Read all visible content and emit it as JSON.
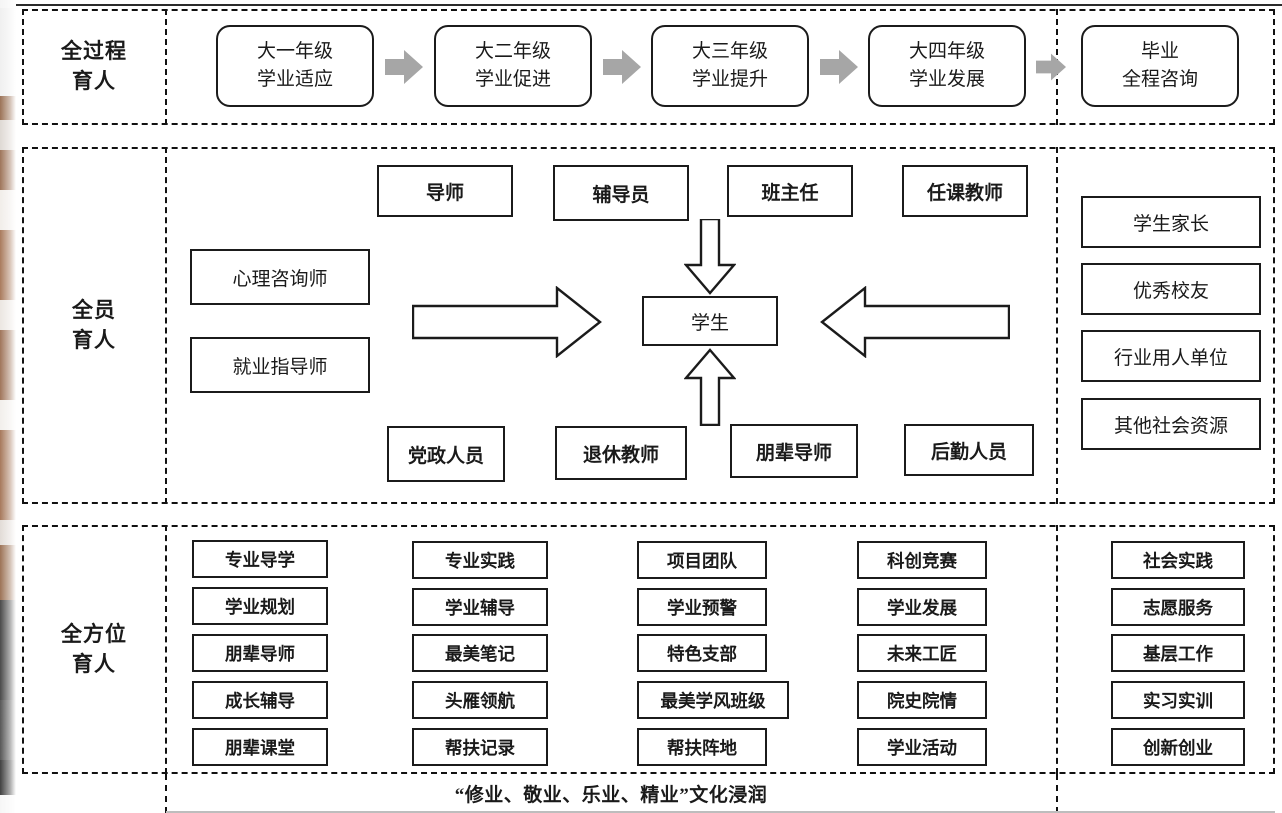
{
  "diagram": {
    "title_bottom": "“修业、敬业、乐业、精业”文化浸润",
    "sections": [
      {
        "label": "全过程\n育人",
        "stages": [
          "大一年级\n学业适应",
          "大二年级\n学业促进",
          "大三年级\n学业提升",
          "大四年级\n学业发展"
        ],
        "final_stage": "毕业\n全程咨询"
      },
      {
        "label": "全员\n育人",
        "center": "学生",
        "top_row": [
          "导师",
          "辅导员",
          "班主任",
          "任课教师"
        ],
        "left_col": [
          "心理咨询师",
          "就业指导师"
        ],
        "bottom_row": [
          "党政人员",
          "退休教师",
          "朋辈导师",
          "后勤人员"
        ],
        "right_col": [
          "学生家长",
          "优秀校友",
          "行业用人单位",
          "其他社会资源"
        ]
      },
      {
        "label": "全方位\n育人",
        "columns": [
          [
            "专业导学",
            "学业规划",
            "朋辈导师",
            "成长辅导",
            "朋辈课堂"
          ],
          [
            "专业实践",
            "学业辅导",
            "最美笔记",
            "头雁领航",
            "帮扶记录"
          ],
          [
            "项目团队",
            "学业预警",
            "特色支部",
            "最美学风班级",
            "帮扶阵地"
          ],
          [
            "科创竞赛",
            "学业发展",
            "未来工匠",
            "院史院情",
            "学业活动"
          ],
          [
            "社会实践",
            "志愿服务",
            "基层工作",
            "实习实训",
            "创新创业"
          ]
        ]
      }
    ],
    "colors": {
      "line": "#1b1b1b",
      "dashed": "#111111",
      "gray_arrow": "#a6a6a6",
      "background": "#ffffff"
    }
  }
}
